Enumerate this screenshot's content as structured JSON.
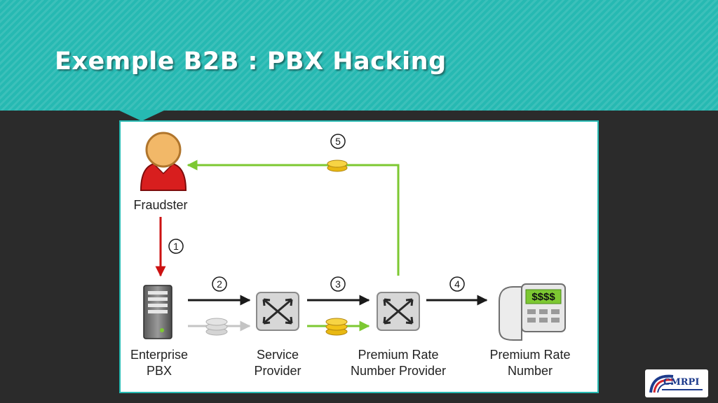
{
  "slide": {
    "title": "Exemple B2B : PBX Hacking"
  },
  "diagram": {
    "nodes": [
      {
        "id": "fraudster",
        "label": "Fraudster"
      },
      {
        "id": "enterprise-pbx",
        "label": "Enterprise\nPBX"
      },
      {
        "id": "service-provider",
        "label": "Service\nProvider"
      },
      {
        "id": "premium-rate-number-provider",
        "label": "Premium Rate\nNumber Provider"
      },
      {
        "id": "premium-rate-number",
        "label": "Premium Rate\nNumber"
      }
    ],
    "steps": [
      {
        "number": "1",
        "from": "fraudster",
        "to": "enterprise-pbx"
      },
      {
        "number": "2",
        "from": "enterprise-pbx",
        "to": "service-provider"
      },
      {
        "number": "3",
        "from": "service-provider",
        "to": "premium-rate-number-provider"
      },
      {
        "number": "4",
        "from": "premium-rate-number-provider",
        "to": "premium-rate-number"
      },
      {
        "number": "5",
        "from": "premium-rate-number-provider",
        "to": "fraudster"
      }
    ],
    "phone_display": "$$$$",
    "colors": {
      "call_arrow": "#1a1a1a",
      "hack_arrow": "#cc1111",
      "money_arrow": "#7dc832",
      "coin": "#f2c318",
      "panel_border": "#26b9b2",
      "header": "#26b9b2"
    }
  },
  "logo": {
    "text": "CMRPI"
  }
}
